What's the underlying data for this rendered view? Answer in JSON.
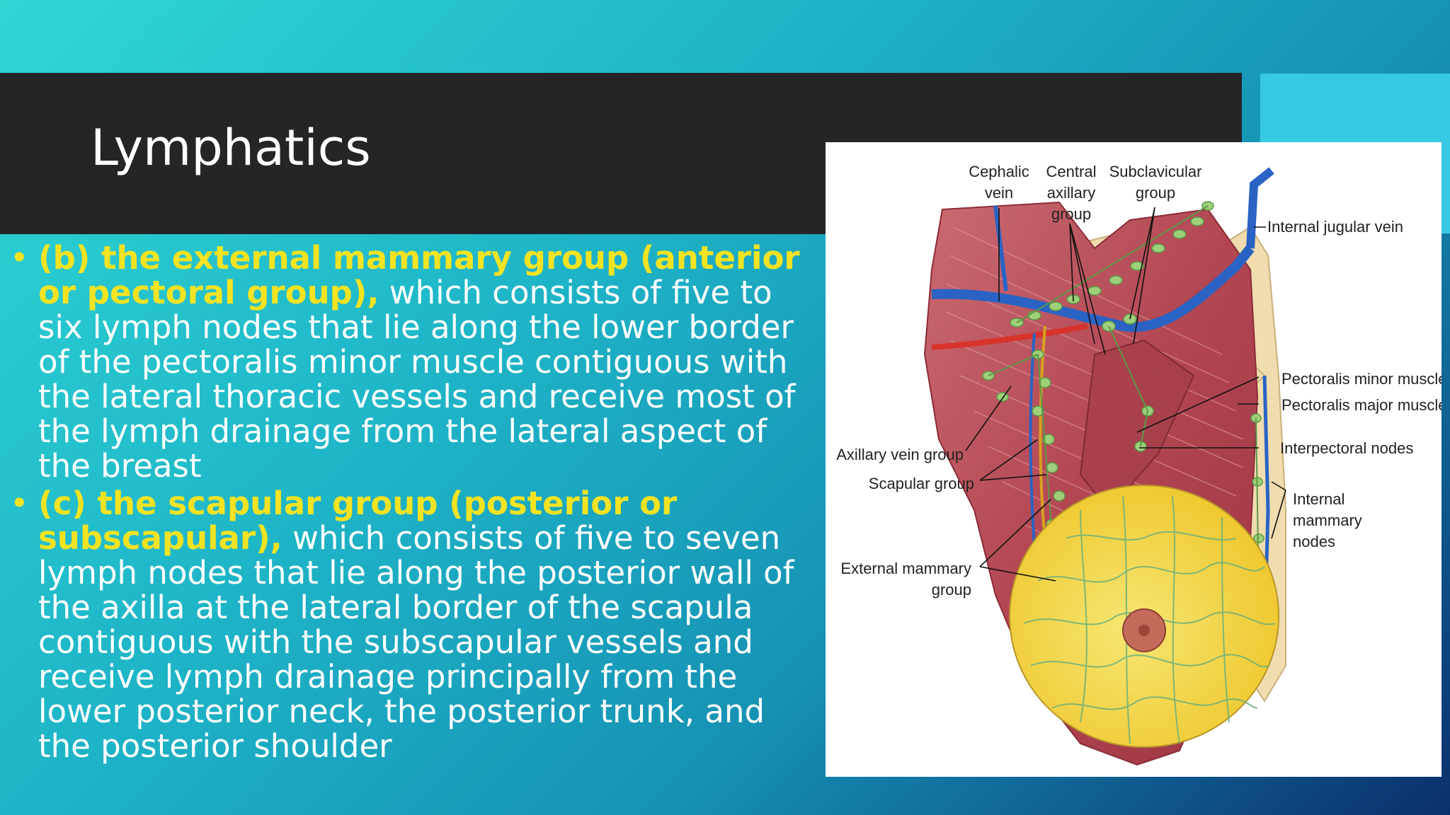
{
  "slide": {
    "title": "Lymphatics",
    "bullets": [
      {
        "highlight": "(b) the external mammary group (anterior or pectoral group),",
        "text": " which consists of five to six lymph nodes that lie along the lower border of the pectoralis minor muscle contiguous with the lateral thoracic vessels and receive most of the lymph drainage from the lateral aspect of the breast"
      },
      {
        "highlight": "(c) the scapular group (posterior or subscapular),",
        "text": " which consists of five to seven lymph nodes that lie along the posterior wall of the axilla at the lateral border of the scapula contiguous with the subscapular vessels and receive lymph drainage principally from the lower posterior neck, the posterior trunk, and the posterior shoulder"
      }
    ]
  },
  "figure": {
    "labels": {
      "cephalic_1": "Cephalic",
      "cephalic_2": "vein",
      "central_1": "Central",
      "central_2": "axillary",
      "central_3": "group",
      "subclav_1": "Subclavicular",
      "subclav_2": "group",
      "jugular": "Internal jugular vein",
      "pec_minor": "Pectoralis minor muscle",
      "pec_major": "Pectoralis major muscle",
      "interpectoral": "Interpectoral nodes",
      "internal_1": "Internal",
      "internal_2": "mammary",
      "internal_3": "nodes",
      "axillary_vein": "Axillary vein group",
      "scapular": "Scapular group",
      "external_1": "External mammary",
      "external_2": "group"
    },
    "colors": {
      "muscle": "#b8505a",
      "vein": "#2a63c4",
      "artery": "#d8332a",
      "node": "#9fcf7a",
      "breast": "#f2d83a",
      "bone": "#f0dcae"
    }
  }
}
